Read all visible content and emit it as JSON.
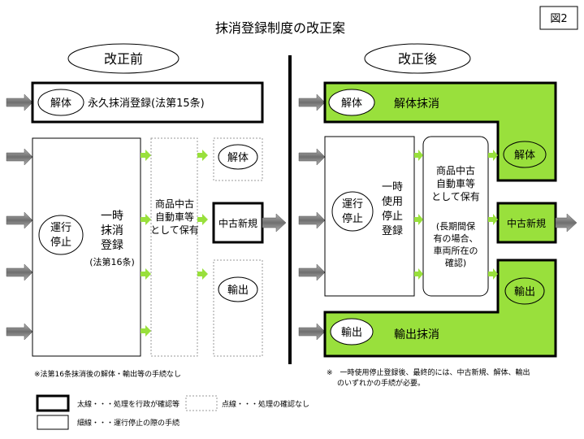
{
  "figure_label": "図2",
  "title": "抹消登録制度の改正案",
  "colors": {
    "green": "#99e03c",
    "arrow_gray": "#808080",
    "border": "#000000",
    "dotted": "#999999",
    "divider": "#000000"
  },
  "before": {
    "header": "改正前",
    "permanent_row": {
      "oval": "解体",
      "label": "永久抹消登録(法第15条)"
    },
    "temp_box": {
      "oval_line1": "運行",
      "oval_line2": "停止",
      "line1": "一時",
      "line2": "抹消",
      "line3": "登録",
      "line4": "(法第16条)"
    },
    "stock_box": {
      "line1": "商品中古",
      "line2": "自動車等",
      "line3": "として保有"
    },
    "dismantle": "解体",
    "used_registration": "中古新規",
    "export": "輸出",
    "note": "※法第16条抹消後の解体・輸出等の手続なし"
  },
  "after": {
    "header": "改正後",
    "dismantle_row": {
      "oval": "解体",
      "label": "解体抹消"
    },
    "temp_box": {
      "oval_line1": "運行",
      "oval_line2": "停止",
      "line1": "一時",
      "line2": "使用",
      "line3": "停止",
      "line4": "登録"
    },
    "stock_box": {
      "line1": "商品中古",
      "line2": "自動車等",
      "line3": "として保有",
      "line4": "(長期間保",
      "line5": "有の場合、",
      "line6": "車両所在の",
      "line7": "確認)"
    },
    "dismantle": "解体",
    "used_registration": "中古新規",
    "export": "輸出",
    "export_row": {
      "oval": "輸出",
      "label": "輸出抹消"
    },
    "note_line1": "※　一時使用停止登録後、最終的には、中古新規、解体、輸出",
    "note_line2": "のいずれかの手続が必要。"
  },
  "legend": {
    "thick": "太線・・・処理を行政が確認等",
    "dotted": "点線・・・処理の確認なし",
    "thin": "細線・・・運行停止の際の手続"
  }
}
